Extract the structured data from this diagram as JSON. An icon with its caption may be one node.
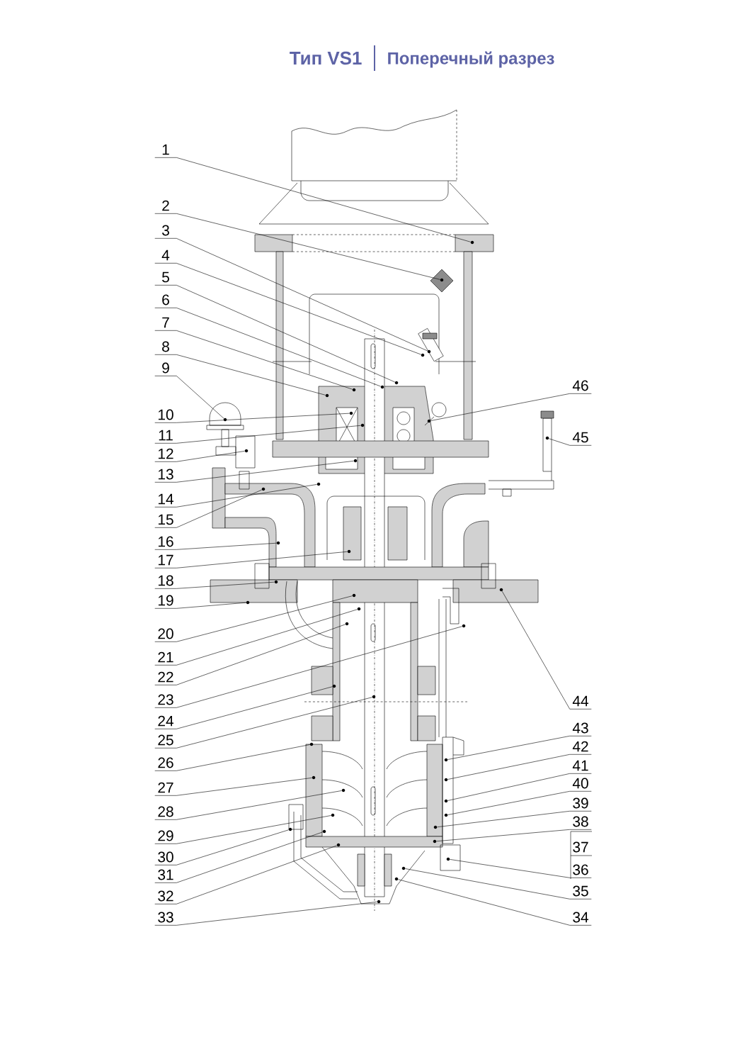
{
  "diagram": {
    "title": "Тип VS1",
    "nodes": [
      {
        "text": [
          "1"
        ]
      },
      {
        "text": [
          "2"
        ]
      },
      {
        "text": [
          "3"
        ]
      },
      {
        "text": [
          "4"
        ]
      },
      {
        "text": [
          "5"
        ]
      },
      {
        "text": [
          "6"
        ]
      },
      {
        "text": [
          "7"
        ]
      },
      {
        "text": [
          "8"
        ]
      },
      {
        "text": [
          "9"
        ]
      },
      {
        "text": [
          "10"
        ]
      },
      {
        "text": [
          "11"
        ]
      },
      {
        "text": [
          "12"
        ]
      },
      {
        "text": [
          "13"
        ]
      },
      {
        "text": [
          "14"
        ]
      },
      {
        "text": [
          "15"
        ]
      },
      {
        "text": [
          "16"
        ]
      },
      {
        "text": [
          "17"
        ]
      },
      {
        "text": [
          "18"
        ]
      },
      {
        "text": [
          "19"
        ]
      },
      {
        "text": [
          "20"
        ]
      },
      {
        "text": [
          "21"
        ]
      },
      {
        "text": [
          "22"
        ]
      },
      {
        "text": [
          "23"
        ]
      },
      {
        "text": [
          "24"
        ]
      },
      {
        "text": [
          "25"
        ]
      },
      {
        "text": [
          "26"
        ]
      },
      {
        "text": [
          "27"
        ]
      },
      {
        "text": [
          "28"
        ]
      },
      {
        "text": [
          "29"
        ]
      },
      {
        "text": [
          "30"
        ]
      },
      {
        "text": [
          "31"
        ]
      },
      {
        "text": [
          "32"
        ]
      },
      {
        "text": [
          "33"
        ]
      },
      {
        "text": [
          "34"
        ]
      },
      {
        "text": [
          "35"
        ]
      },
      {
        "text": [
          "36"
        ]
      },
      {
        "text": [
          "38"
        ]
      },
      {
        "text": [
          "39"
        ]
      },
      {
        "text": [
          "40"
        ]
      },
      {
        "text": [
          "41"
        ]
      },
      {
        "text": [
          "42"
        ]
      },
      {
        "text": [
          "43"
        ]
      },
      {
        "text": [
          "44"
        ]
      },
      {
        "text": [
          "45"
        ]
      },
      {
        "text": [
          "46"
        ]
      },
      {
        "text": [],
        "shape": "circle"
      },
      {
        "text": [],
        "shape": "circle"
      },
      {
        "text": [],
        "shape": "circle"
      },
      {
        "text": [],
        "shape": "circle"
      },
      {
        "text": [],
        "shape": "circle"
      },
      {
        "text": [],
        "shape": "circle"
      },
      {
        "text": [],
        "shape": "circle"
      },
      {
        "text": [],
        "shape": "circle"
      },
      {
        "text": [],
        "shape": "circle"
      },
      {
        "text": [],
        "shape": "circle"
      },
      {
        "text": [],
        "shape": "circle"
      },
      {
        "text": [],
        "shape": "circle"
      },
      {
        "text": [],
        "shape": "circle"
      },
      {
        "text": [],
        "shape": "circle"
      },
      {
        "text": [],
        "shape": "circle"
      },
      {
        "text": [],
        "shape": "circle"
      },
      {
        "text": [],
        "shape": "circle"
      },
      {
        "text": [],
        "shape": "circle"
      },
      {
        "text": [],
        "shape": "circle"
      },
      {
        "text": [],
        "shape": "circle"
      },
      {
        "text": [],
        "shape": "circle"
      },
      {
        "text": [],
        "shape": "circle"
      },
      {
        "text": [],
        "shape": "circle"
      },
      {
        "text": [],
        "shape": "circle"
      },
      {
        "text": [],
        "shape": "circle"
      },
      {
        "text": [],
        "shape": "circle"
      },
      {
        "text": [],
        "shape": "circle"
      },
      {
        "text": [],
        "shape": "circle"
      },
      {
        "text": [],
        "shape": "circle"
      },
      {
        "text": [],
        "shape": "circle"
      },
      {
        "text": [],
        "shape": "circle"
      },
      {
        "text": [],
        "shape": "circle"
      },
      {
        "text": [],
        "shape": "circle"
      },
      {
        "text": [],
        "shape": "circle"
      },
      {
        "text": [],
        "shape": "circle"
      },
      {
        "text": [],
        "shape": "circle"
      },
      {
        "text": [],
        "shape": "circle"
      },
      {
        "text": [],
        "shape": "circle"
      },
      {
        "text": [],
        "shape": "circle"
      },
      {
        "text": [],
        "shape": "circle"
      },
      {
        "text": [],
        "shape": "circle"
      },
      {
        "text": [],
        "shape": "circle"
      },
      {
        "text": [],
        "shape": "circle"
      },
      {
        "text": [],
        "shape": "circle"
      },
      {
        "text": [],
        "shape": "circle"
      }
    ],
    "edges": [
      {
        "from": 0,
        "to": 45,
        "arrow": "none"
      },
      {
        "from": 1,
        "to": 46,
        "arrow": "none"
      },
      {
        "from": 2,
        "to": 47,
        "arrow": "none"
      },
      {
        "from": 3,
        "to": 48,
        "arrow": "none"
      },
      {
        "from": 4,
        "to": 49,
        "arrow": "none"
      },
      {
        "from": 5,
        "to": 50,
        "arrow": "none"
      },
      {
        "from": 6,
        "to": 51,
        "arrow": "none"
      },
      {
        "from": 7,
        "to": 52,
        "arrow": "none"
      },
      {
        "from": 8,
        "to": 53,
        "arrow": "none"
      },
      {
        "from": 9,
        "to": 54,
        "arrow": "none"
      },
      {
        "from": 10,
        "to": 55,
        "arrow": "none"
      },
      {
        "from": 11,
        "to": 56,
        "arrow": "none"
      },
      {
        "from": 12,
        "to": 57,
        "arrow": "none"
      },
      {
        "from": 13,
        "to": 58,
        "arrow": "none"
      },
      {
        "from": 14,
        "to": 59,
        "arrow": "none"
      },
      {
        "from": 15,
        "to": 60,
        "arrow": "none"
      },
      {
        "from": 16,
        "to": 61,
        "arrow": "none"
      },
      {
        "from": 17,
        "to": 62,
        "arrow": "none"
      },
      {
        "from": 18,
        "to": 63,
        "arrow": "none"
      },
      {
        "from": 19,
        "to": 64,
        "arrow": "none"
      },
      {
        "from": 20,
        "to": 65,
        "arrow": "none"
      },
      {
        "from": 21,
        "to": 66,
        "arrow": "none"
      },
      {
        "from": 22,
        "to": 67,
        "arrow": "none"
      },
      {
        "from": 23,
        "to": 68,
        "arrow": "none"
      },
      {
        "from": 24,
        "to": 69,
        "arrow": "none"
      },
      {
        "from": 25,
        "to": 70,
        "arrow": "none"
      },
      {
        "from": 26,
        "to": 71,
        "arrow": "none"
      },
      {
        "from": 27,
        "to": 72,
        "arrow": "none"
      },
      {
        "from": 28,
        "to": 73,
        "arrow": "none"
      },
      {
        "from": 29,
        "to": 74,
        "arrow": "none"
      },
      {
        "from": 30,
        "to": 75,
        "arrow": "none"
      },
      {
        "from": 31,
        "to": 76,
        "arrow": "none"
      },
      {
        "from": 32,
        "to": 77,
        "arrow": "none"
      },
      {
        "from": 33,
        "to": 78,
        "arrow": "none"
      },
      {
        "from": 34,
        "to": 79,
        "arrow": "none"
      },
      {
        "from": 35,
        "to": 80,
        "arrow": "none"
      },
      {
        "from": 36,
        "to": 81,
        "arrow": "none"
      },
      {
        "from": 37,
        "to": 82,
        "arrow": "none"
      },
      {
        "from": 38,
        "to": 83,
        "arrow": "none"
      },
      {
        "from": 39,
        "to": 84,
        "arrow": "none"
      },
      {
        "from": 40,
        "to": 85,
        "arrow": "none"
      },
      {
        "from": 41,
        "to": 86,
        "arrow": "none"
      },
      {
        "from": 42,
        "to": 87,
        "arrow": "none"
      },
      {
        "from": 43,
        "to": 88,
        "arrow": "none"
      },
      {
        "from": 44,
        "to": 89,
        "arrow": "none"
      }
    ],
    "labels": [
      "Поперечный разрез",
      "37"
    ]
  }
}
